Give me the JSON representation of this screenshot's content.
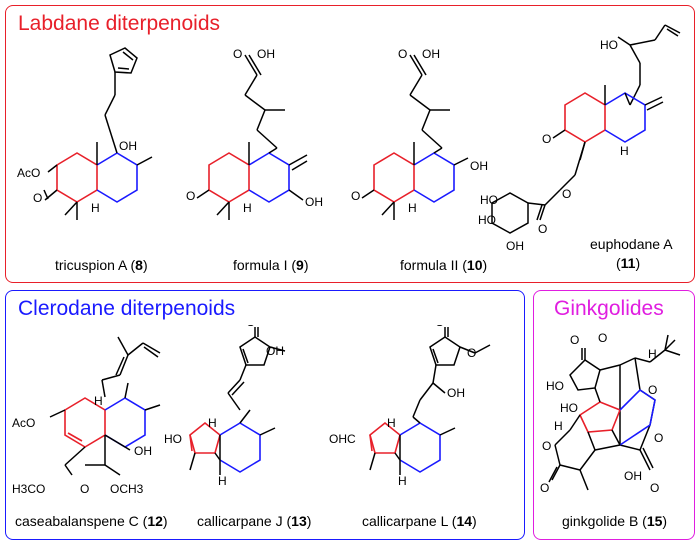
{
  "colors": {
    "labdane": "#e8202a",
    "clerodane": "#1a1aff",
    "ginkgolide": "#e01ee0",
    "ink": "#000000",
    "ring_red": "#e8202a",
    "ring_blue": "#1a1aff"
  },
  "panels": {
    "labdane": {
      "title": "Labdane diterpenoids"
    },
    "clerodane": {
      "title": "Clerodane diterpenoids"
    },
    "ginkgolides": {
      "title": "Ginkgolides"
    }
  },
  "compounds": {
    "c8": {
      "name": "tricuspion A",
      "number": "8"
    },
    "c9": {
      "name": "formula I",
      "number": "9"
    },
    "c10": {
      "name": "formula II",
      "number": "10"
    },
    "c11": {
      "name": "euphodane A",
      "number": "11"
    },
    "c12": {
      "name": "caseabalanspene C",
      "number": "12"
    },
    "c13": {
      "name": "callicarpane J",
      "number": "13"
    },
    "c14": {
      "name": "callicarpane L",
      "number": "14"
    },
    "c15": {
      "name": "ginkgolide B",
      "number": "15"
    }
  },
  "atoms": {
    "aco": "AcO",
    "oh": "OH",
    "ho": "HO",
    "h": "H",
    "o": "O",
    "h3co": "H3CO",
    "och3": "OCH3",
    "ohc": "OHC"
  }
}
